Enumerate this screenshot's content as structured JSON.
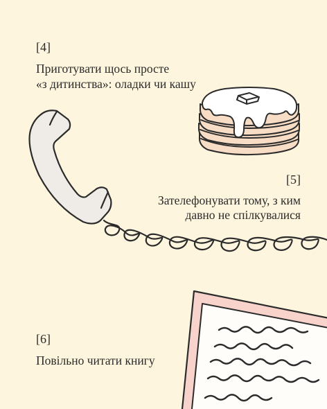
{
  "items": [
    {
      "number": "[4]",
      "lines": [
        "Приготувати щось просте",
        "«з дитинства»: оладки чи кашу"
      ],
      "illustration_icon": "pancakes-icon"
    },
    {
      "number": "[5]",
      "lines": [
        "Зателефонувати тому, з ким",
        "давно не спілкувалися"
      ],
      "illustration_icon": "telephone-handset-icon"
    },
    {
      "number": "[6]",
      "lines": [
        "Повільно читати книгу"
      ],
      "illustration_icon": "book-page-icon"
    }
  ],
  "colors": {
    "background": "#fdf5dd",
    "ink": "#2b2b2b",
    "pancake": "#f7ddc6",
    "cream": "#ffffff",
    "handset": "#efebe6",
    "book_border": "#f8d3cc",
    "page": "#fffdfa"
  }
}
